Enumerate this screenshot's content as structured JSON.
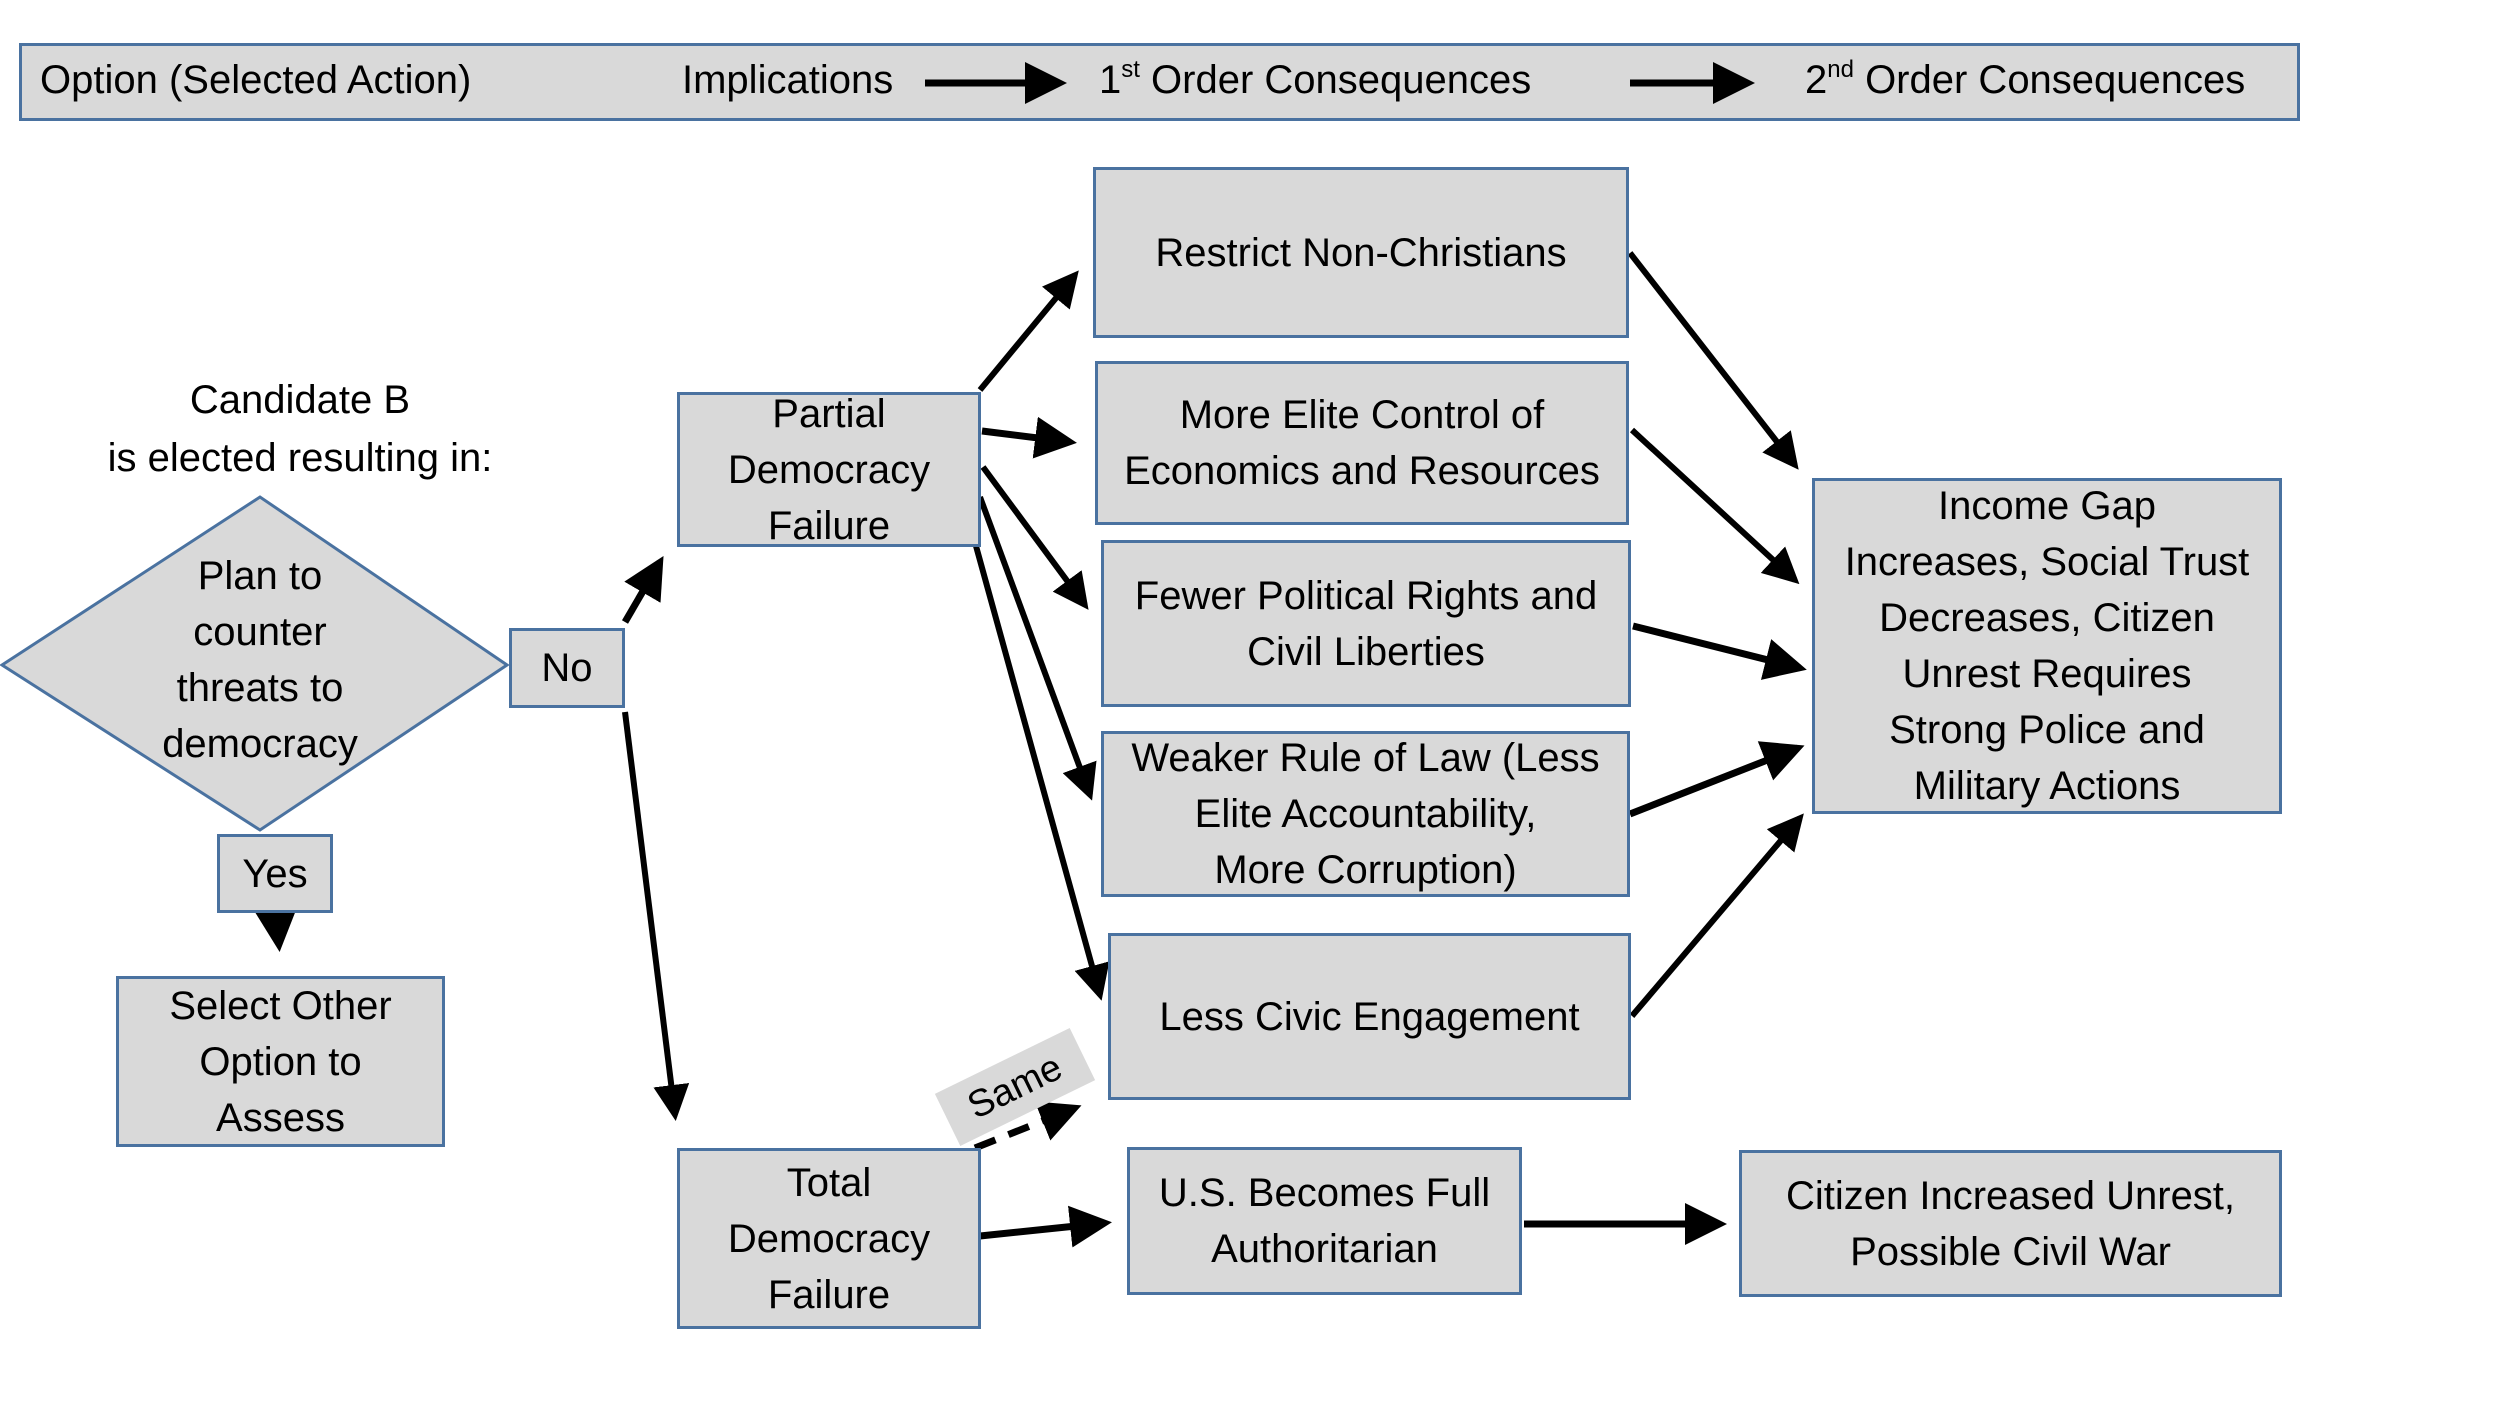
{
  "legend": {
    "option_label": "Option (Selected Action)",
    "implications_label": "Implications",
    "first_order_prefix": "1",
    "first_order_sup": "st",
    "first_order_label": " Order Consequences",
    "second_order_prefix": "2",
    "second_order_sup": "nd",
    "second_order_label": " Order Consequences"
  },
  "scenario": {
    "line1": "Candidate B",
    "line2": "is elected resulting in:"
  },
  "decision": {
    "lines": [
      "Plan to",
      "counter",
      "threats to",
      "democracy"
    ],
    "no_label": "No",
    "yes_label": "Yes"
  },
  "yes_outcome": {
    "lines": [
      "Select Other",
      "Option to",
      "Assess"
    ]
  },
  "implications": {
    "partial": {
      "lines": [
        "Partial",
        "Democracy",
        "Failure"
      ]
    },
    "total": {
      "lines": [
        "Total",
        "Democracy",
        "Failure"
      ]
    }
  },
  "first_order": {
    "partial_items": [
      {
        "lines": [
          "Restrict Non-Christians"
        ]
      },
      {
        "lines": [
          "More Elite Control of",
          "Economics and Resources"
        ]
      },
      {
        "lines": [
          "Fewer Political Rights and",
          "Civil Liberties"
        ]
      },
      {
        "lines": [
          "Weaker Rule of Law (Less",
          "Elite Accountability,",
          "More Corruption)"
        ]
      },
      {
        "lines": [
          "Less Civic Engagement"
        ]
      }
    ],
    "total_item": {
      "lines": [
        "U.S. Becomes Full",
        "Authoritarian"
      ]
    },
    "same_label": "Same"
  },
  "second_order": {
    "partial_result": {
      "lines": [
        "Income Gap",
        "Increases, Social Trust",
        "Decreases, Citizen",
        "Unrest Requires",
        "Strong Police and",
        "Military Actions"
      ]
    },
    "total_result": {
      "lines": [
        "Citizen Increased Unrest,",
        "Possible Civil War"
      ]
    }
  },
  "colors": {
    "box_fill": "#d9d9d9",
    "box_border": "#4a72a0",
    "arrow": "#000000"
  }
}
